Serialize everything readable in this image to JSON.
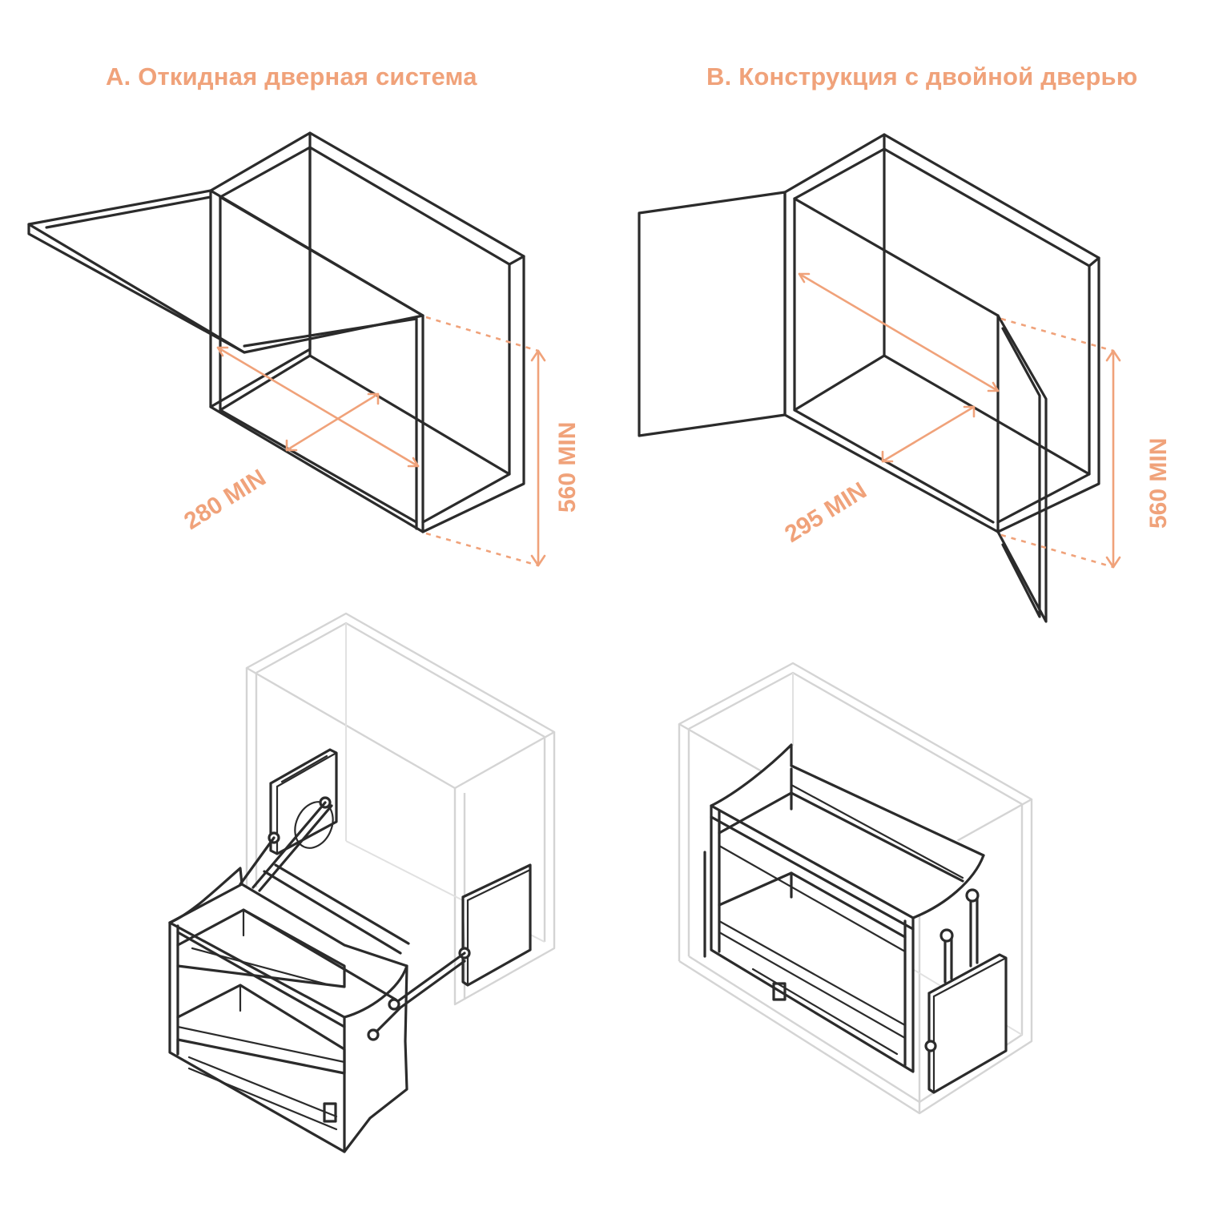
{
  "titles": {
    "a": "A. Откидная дверная система",
    "b": "B. Конструкция с двойной дверью"
  },
  "dimensions": {
    "a_depth": "280 MIN",
    "a_height": "560 MIN",
    "b_depth": "295 MIN",
    "b_height": "560 MIN"
  },
  "colors": {
    "accent": "#f0a27a",
    "line": "#2b2b2b",
    "ghost": "#d4d4d4"
  }
}
